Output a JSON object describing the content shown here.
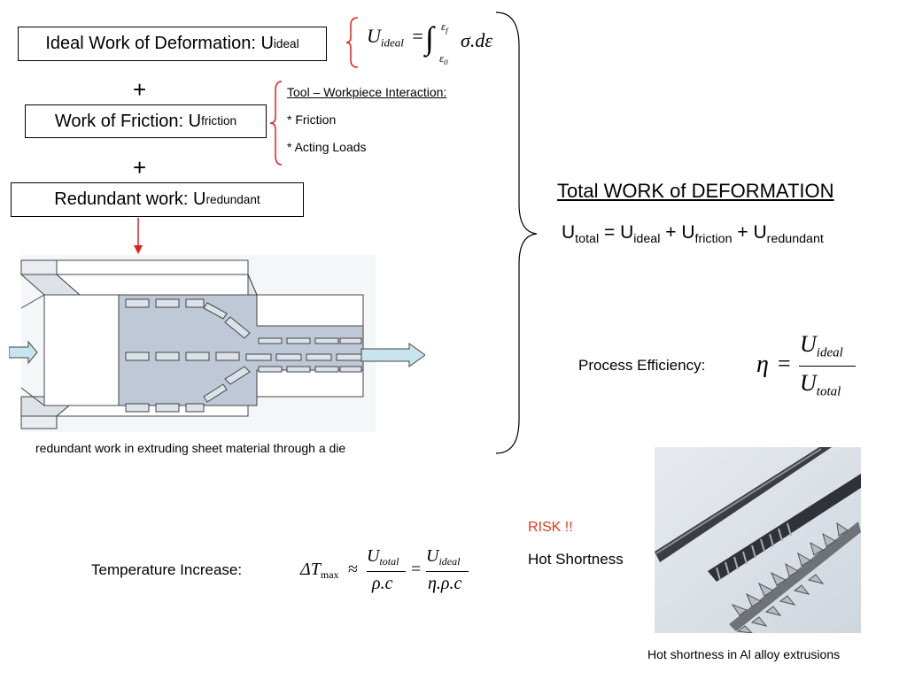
{
  "ideal_box": {
    "label": "Ideal Work of Deformation: U",
    "sub": "ideal"
  },
  "ideal_formula": {
    "lhs": "U",
    "lhs_sub": "ideal",
    "eq": "=",
    "upper": "ε",
    "upper_sub": "f",
    "lower": "ε",
    "lower_sub": "0",
    "integrand": "σ.dε"
  },
  "plus_symbol": "+",
  "friction_box": {
    "label": "Work of Friction: U",
    "sub": "friction"
  },
  "interaction": {
    "title": "Tool – Workpiece Interaction:",
    "items": [
      "* Friction",
      "* Acting Loads"
    ]
  },
  "redundant_box": {
    "label": "Redundant work: U",
    "sub": "redundant"
  },
  "diagram_caption": "redundant work in extruding sheet material through a die",
  "total": {
    "title": "Total WORK of DEFORMATION",
    "eq": {
      "u": "U",
      "total_sub": "total",
      "eq": " = ",
      "ideal_sub": "ideal",
      "friction_sub": "friction",
      "redundant_sub": "redundant",
      "plus": " + "
    }
  },
  "efficiency": {
    "label": "Process Efficiency:",
    "eta": "η",
    "eq": "=",
    "num": "U",
    "num_sub": "ideal",
    "den": "U",
    "den_sub": "total"
  },
  "temperature": {
    "label": "Temperature Increase:",
    "delta_t": "ΔT",
    "delta_sub": "max",
    "approx": "≈",
    "f1_num": "U",
    "f1_num_sub": "total",
    "f1_den": "ρ.c",
    "eq": "=",
    "f2_num": "U",
    "f2_num_sub": "ideal",
    "f2_den": "η.ρ.c"
  },
  "risk": {
    "label": "RISK !!",
    "color": "#e8391e"
  },
  "hot_shortness": "Hot Shortness",
  "photo_caption": "Hot shortness in Al alloy extrusions",
  "colors": {
    "bracket_red": "#e02020",
    "die_fill": "#bfc8d6",
    "arrow_fill": "#c8e4ec"
  }
}
